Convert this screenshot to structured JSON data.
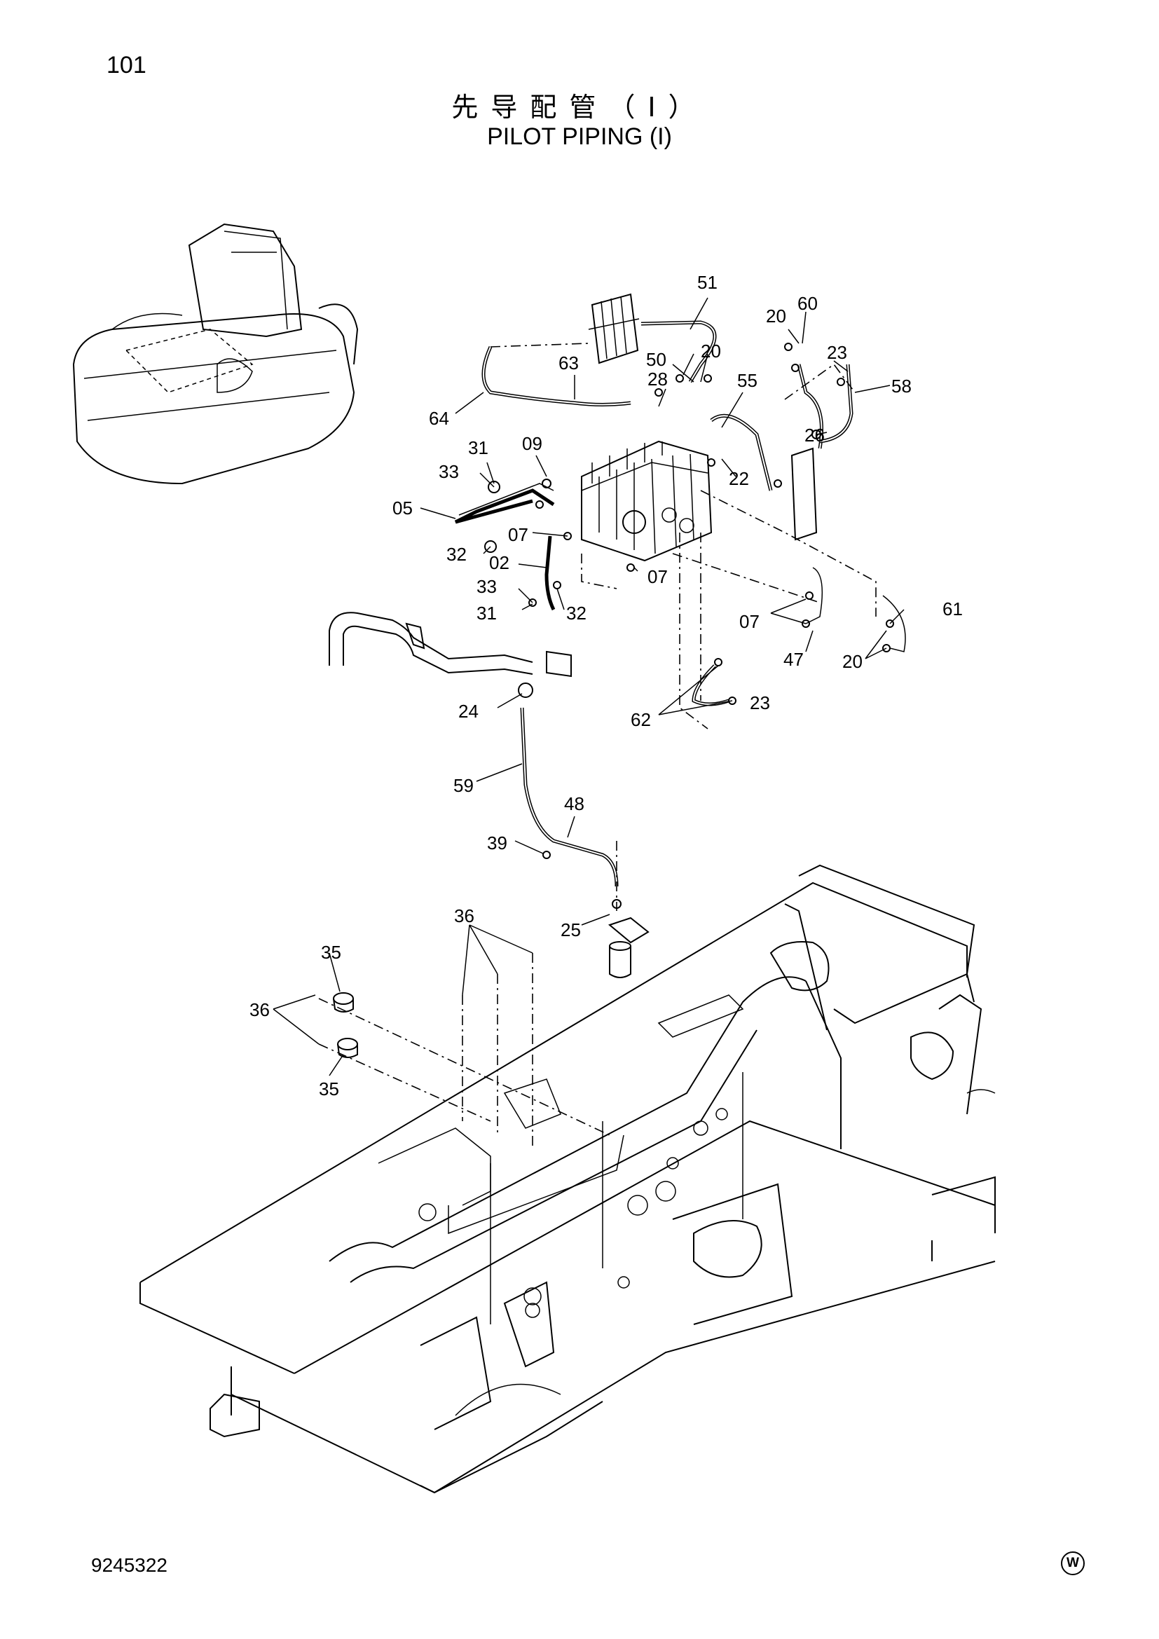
{
  "page": {
    "number": "101",
    "title_cn": "先导配管（I）",
    "title_en": "PILOT PIPING (I)",
    "drawing_no": "9245322",
    "mark": "W"
  },
  "callouts": [
    "51",
    "60",
    "20",
    "23",
    "58",
    "50",
    "20",
    "63",
    "28",
    "55",
    "64",
    "26",
    "31",
    "09",
    "22",
    "33",
    "05",
    "07",
    "32",
    "02",
    "07",
    "33",
    "31",
    "32",
    "61",
    "07",
    "47",
    "20",
    "24",
    "62",
    "23",
    "59",
    "48",
    "39",
    "25",
    "36",
    "35",
    "36",
    "35"
  ]
}
